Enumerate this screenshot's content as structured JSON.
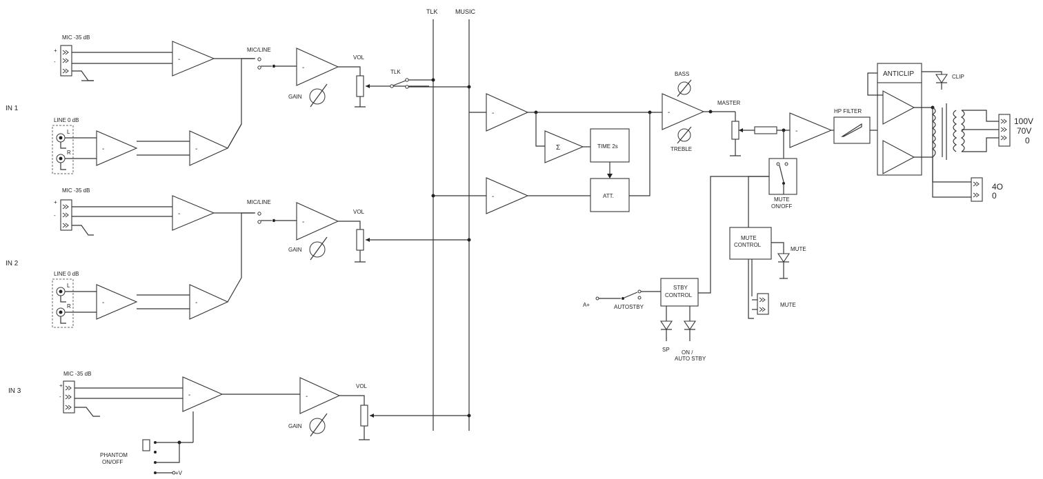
{
  "bus_labels": {
    "talk": "TLK",
    "music": "MUSIC"
  },
  "inputs": {
    "in1": "IN 1",
    "in2": "IN 2",
    "in3": "IN 3"
  },
  "connectors": {
    "mic": "MIC -35 dB",
    "line": "LINE 0 dB",
    "line_left": "L",
    "line_right": "R"
  },
  "controls": {
    "mic_line": "MIC/LINE",
    "vol": "VOL",
    "gain": "GAIN",
    "talk_switch": "TLK",
    "bass": "BASS",
    "treble": "TREBLE",
    "master": "MASTER"
  },
  "blocks": {
    "time": "TIME 2s",
    "att": "ATT.",
    "hp_filter": "HP FILTER",
    "anticlip": "ANTICLIP",
    "clip": "CLIP",
    "mute_on_off_1": "MUTE",
    "mute_on_off_2": "ON/OFF",
    "mute_control_1": "MUTE",
    "mute_control_2": "CONTROL",
    "mute_led": "MUTE",
    "mute_input": "MUTE",
    "stby_1": "STBY",
    "stby_2": "CONTROL",
    "a_plus": "A+",
    "autostby": "AUTOSTBY",
    "sp": "SP",
    "on_1": "ON /",
    "on_2": "AUTO STBY",
    "phantom_1": "PHANTOM",
    "phantom_2": "ON/OFF",
    "plus_v": "+V",
    "sigma": "Σ",
    "minus": "-"
  },
  "outputs": {
    "v100": "100V",
    "v70": "70V",
    "zero_a": "0",
    "ohm4": "4O",
    "zero_b": "0"
  },
  "polarity": {
    "plus": "+",
    "minus": "-"
  }
}
